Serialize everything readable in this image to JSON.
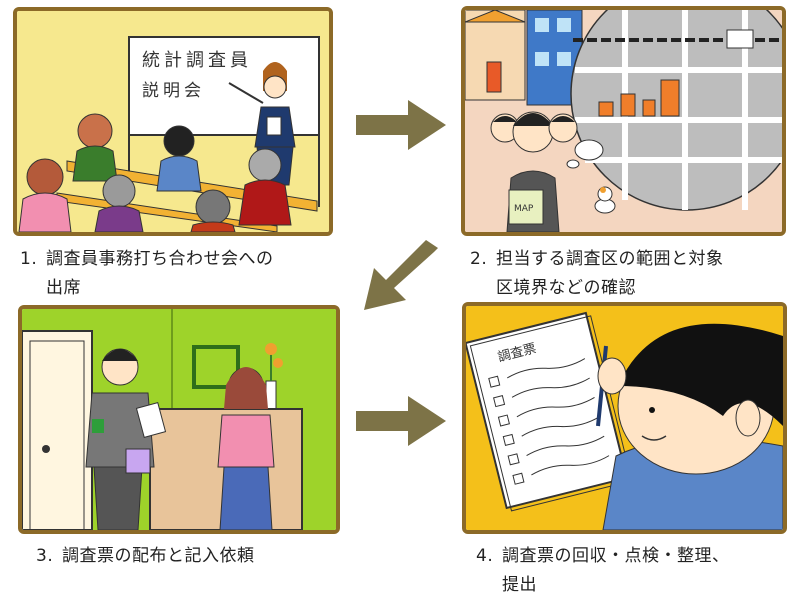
{
  "steps": [
    {
      "num": "1.",
      "line1": "調査員事務打ち合わせ会への",
      "line2": "出席",
      "board": [
        "統計調査員",
        "説明会"
      ]
    },
    {
      "num": "2.",
      "line1": "担当する調査区の範囲と対象",
      "line2": "区境界などの確認",
      "map_label": "MAP"
    },
    {
      "num": "3.",
      "line1": "調査票の配布と記入依頼",
      "line2": ""
    },
    {
      "num": "4.",
      "line1": "調査票の回収・点検・整理、",
      "line2": "提出",
      "form_title": "調査票"
    }
  ],
  "colors": {
    "frame": "#8c6a28",
    "arrow": "#7d7347",
    "panel1_bg": "#f6e88e",
    "panel2_bg": "#f4d6c0",
    "panel3_bg": "#9ed32a",
    "panel4_bg": "#f4c01a"
  },
  "icons": [
    "right-arrow-icon",
    "down-left-arrow-icon",
    "right-arrow-icon"
  ]
}
